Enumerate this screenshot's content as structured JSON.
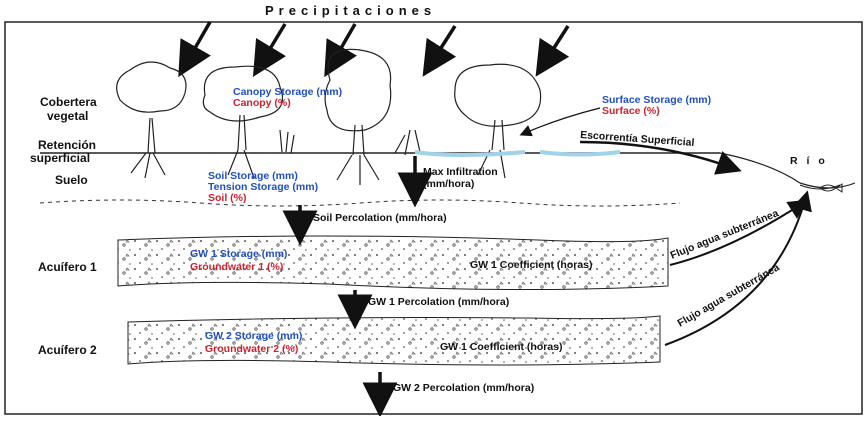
{
  "title": "Precipitaciones",
  "river": "R í o",
  "layers": {
    "canopy_layer": "Cobertera",
    "canopy_layer_2": "vegetal",
    "retention": "Retención",
    "retention_2": "superficial",
    "soil": "Suelo",
    "aquifer1": "Acuífero 1",
    "aquifer2": "Acuífero 2"
  },
  "canopy": {
    "storage": "Canopy Storage (mm)",
    "pct": "Canopy  (%)"
  },
  "surface": {
    "storage": "Surface Storage (mm)",
    "pct": "Surface  (%)"
  },
  "soil_box": {
    "storage": "Soil Storage (mm)",
    "tension": "Tension Storage (mm)",
    "pct": "Soil  (%)"
  },
  "flows": {
    "max_infiltration": "Max Infiltration",
    "max_infiltration_unit": "(mm/hora)",
    "runoff": "Escorrentía Superficial",
    "soil_percolation": "Soil Percolation (mm/hora)",
    "gw1_percolation": "GW 1 Percolation (mm/hora)",
    "gw2_percolation": "GW 2 Percolation (mm/hora)",
    "gw_flow_1": "Flujo agua subterránea",
    "gw_flow_2": "Flujo agua subterránea"
  },
  "gw1": {
    "storage": "GW 1 Storage (mm)",
    "pct": "Groundwater 1 (%)",
    "coefficient": "GW 1 Coefficient (horas)"
  },
  "gw2": {
    "storage": "GW 2 Storage (mm)",
    "pct": "Groundwater 2 (%)",
    "coefficient": "GW 1 Coefficient (horas)"
  },
  "colors": {
    "blue": "#1f4fbf",
    "red": "#d01f2f",
    "water": "#9fd3ea"
  }
}
